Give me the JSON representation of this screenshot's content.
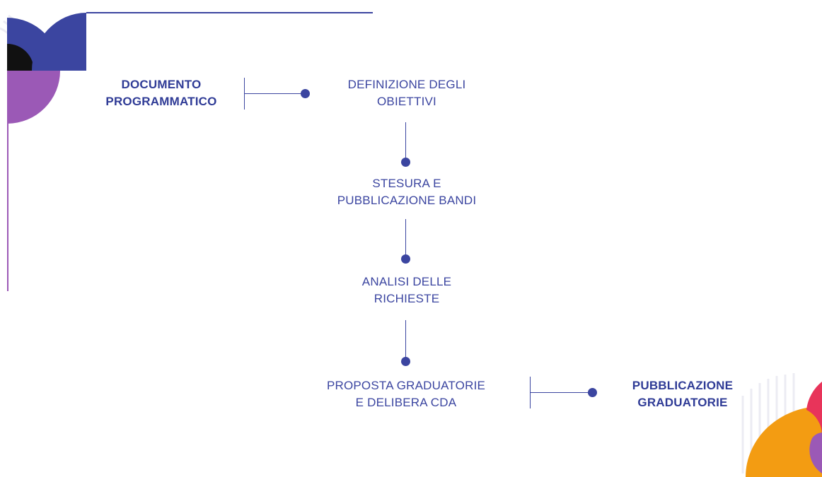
{
  "colors": {
    "accent": "#3b45a0",
    "purple": "#9b59b6",
    "orange": "#f39c12",
    "pink": "#e8345a"
  },
  "left_node": {
    "line1": "DOCUMENTO",
    "line2": "PROGRAMMATICO"
  },
  "steps": [
    {
      "line1": "DEFINIZIONE DEGLI",
      "line2": "OBIETTIVI"
    },
    {
      "line1": "STESURA E",
      "line2": "PUBBLICAZIONE BANDI"
    },
    {
      "line1": "ANALISI DELLE",
      "line2": "RICHIESTE"
    },
    {
      "line1": "PROPOSTA GRADUATORIE",
      "line2": "E DELIBERA CDA"
    }
  ],
  "right_node": {
    "line1": "PUBBLICAZIONE",
    "line2": "GRADUATORIE"
  }
}
